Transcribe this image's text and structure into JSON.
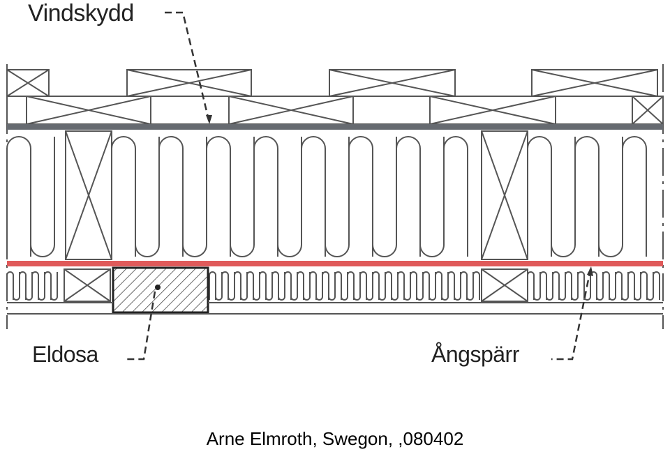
{
  "labels": {
    "wind_barrier": "Vindskydd",
    "electrical_box": "Eldosa",
    "vapour_barrier": "Ångspärr"
  },
  "caption": "Arne Elmroth, Swegon, ,080402",
  "colors": {
    "line": "#4a4a4a",
    "wind_barrier": "#666a70",
    "vapour_barrier": "#e05a5a",
    "background": "#ffffff"
  }
}
